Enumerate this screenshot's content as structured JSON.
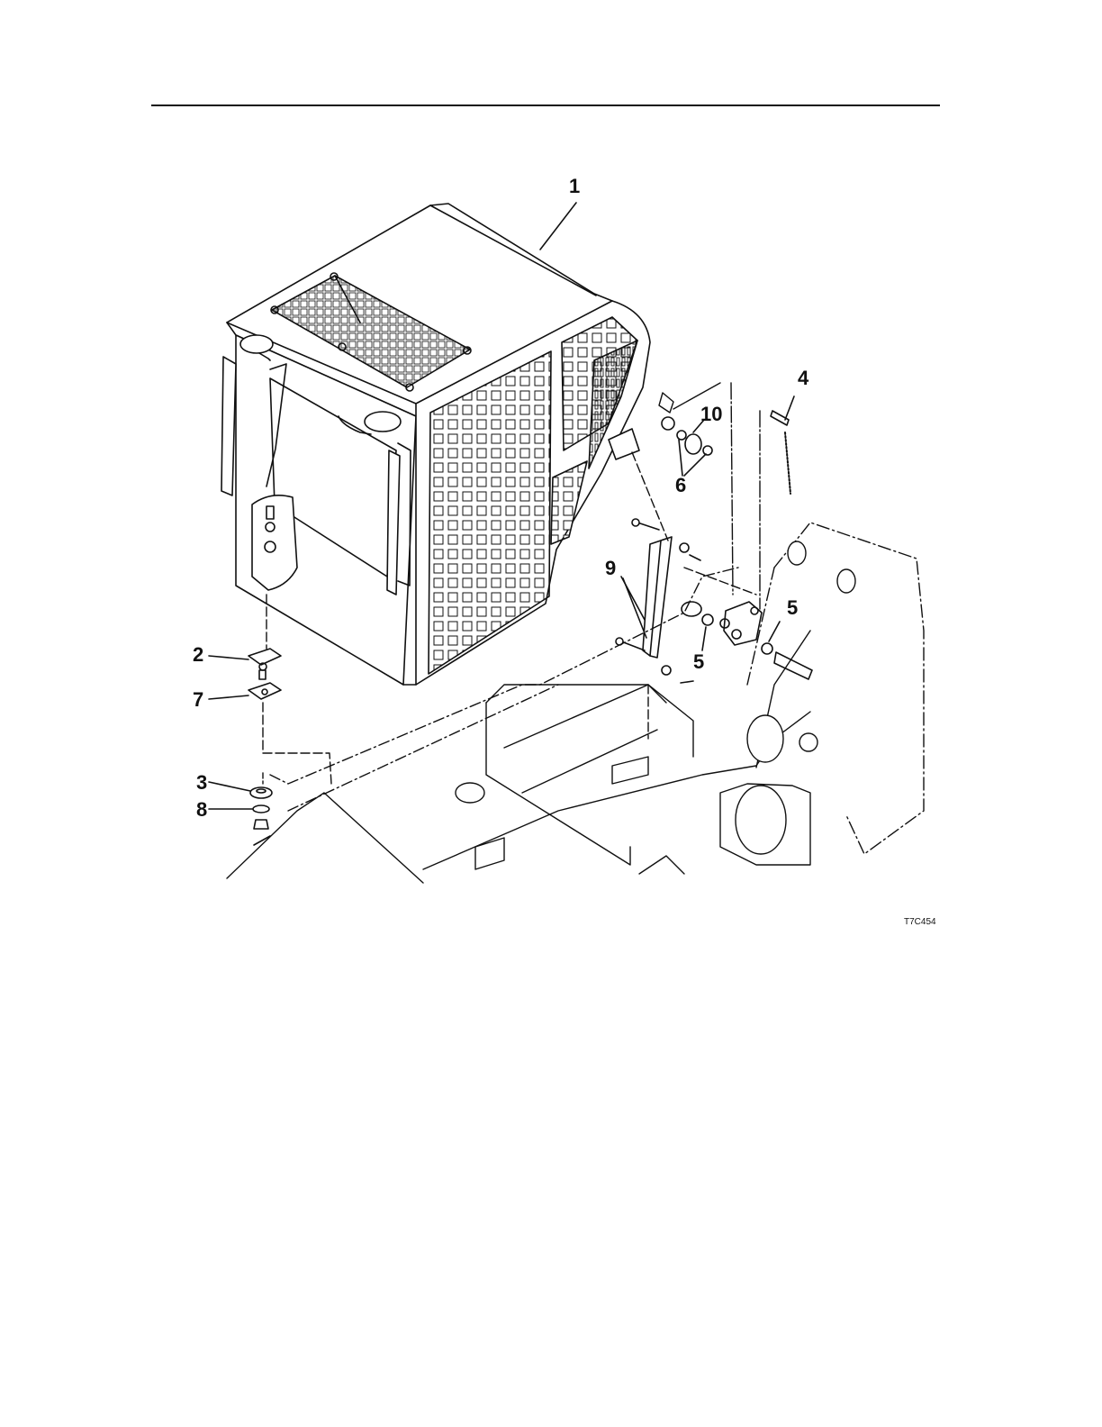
{
  "figure_code": "T7C454",
  "callouts": {
    "c1": "1",
    "c2": "2",
    "c3": "3",
    "c4": "4",
    "c5a": "5",
    "c5b": "5",
    "c6": "6",
    "c7": "7",
    "c8": "8",
    "c9": "9",
    "c10": "10"
  }
}
